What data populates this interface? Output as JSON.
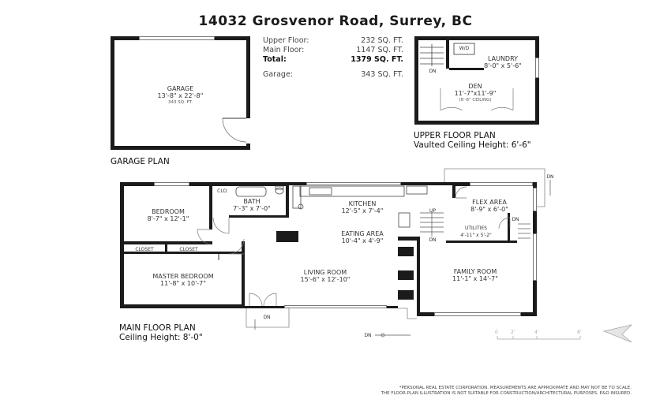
{
  "title": "14032 Grosvenor Road, Surrey, BC",
  "area_summary": {
    "upper": {
      "label": "Upper Floor:",
      "value": "232 SQ. FT."
    },
    "main": {
      "label": "Main Floor:",
      "value": "1147 SQ. FT."
    },
    "total": {
      "label": "Total:",
      "value": "1379 SQ. FT."
    },
    "garage": {
      "label": "Garage:",
      "value": "343 SQ. FT."
    }
  },
  "garage_plan": {
    "title": "GARAGE PLAN",
    "room": {
      "name": "GARAGE",
      "dims": "13'-8\" x 22'-8\"",
      "area": "343 SQ. FT."
    }
  },
  "upper_plan": {
    "title": "UPPER FLOOR PLAN",
    "subtitle": "Vaulted Ceiling Height: 6'-6\"",
    "wd": "W/D",
    "dn": "DN",
    "laundry": {
      "name": "LAUNDRY",
      "dims": "8'-0\" x 5'-6\""
    },
    "den": {
      "name": "DEN",
      "dims": "11'-7\"x11'-9\"",
      "note": "(6'-6\" CEILING)"
    }
  },
  "main_plan": {
    "title": "MAIN FLOOR PLAN",
    "subtitle": "Ceiling Height: 8'-0\"",
    "clo": "CLO.",
    "closet_1": "CLOSET",
    "closet_2": "CLOSET",
    "up": "UP",
    "dn_stair": "DN",
    "dn_flex": "DN",
    "dn_entry": "DN",
    "dn_bottom": "DN",
    "dn_deck": "DN",
    "bedroom": {
      "name": "BEDROOM",
      "dims": "8'-7\" x 12'-1\""
    },
    "bath": {
      "name": "BATH",
      "dims": "7'-3\" x 7'-0\""
    },
    "kitchen": {
      "name": "KITCHEN",
      "dims": "12'-5\" x 7'-4\""
    },
    "flex": {
      "name": "FLEX AREA",
      "dims": "8'-9\" x 6'-0\""
    },
    "eating": {
      "name": "EATING AREA",
      "dims": "10'-4\" x 4'-9\""
    },
    "utilities": {
      "name": "UTILITIES",
      "dims": "4'-11\" x 5'-2\""
    },
    "master": {
      "name": "MASTER BEDROOM",
      "dims": "11'-8\" x 10'-7\""
    },
    "living": {
      "name": "LIVING ROOM",
      "dims": "15'-6\" x 12'-10\""
    },
    "family": {
      "name": "FAMILY ROOM",
      "dims": "11'-1\" x 14'-7\""
    }
  },
  "scale_bar": {
    "labels": [
      "0",
      "2'",
      "4'",
      "8'"
    ]
  },
  "disclaimer": {
    "line1": "*PERSONAL REAL ESTATE CORPORATION. MEASUREMENTS ARE APPROXIMATE AND MAY NOT BE TO SCALE.",
    "line2": "THE FLOOR PLAN ILLUSTRATION IS NOT SUITABLE FOR CONSTRUCTION/ARCHITECTURAL PURPOSES. E&O INSURED."
  }
}
